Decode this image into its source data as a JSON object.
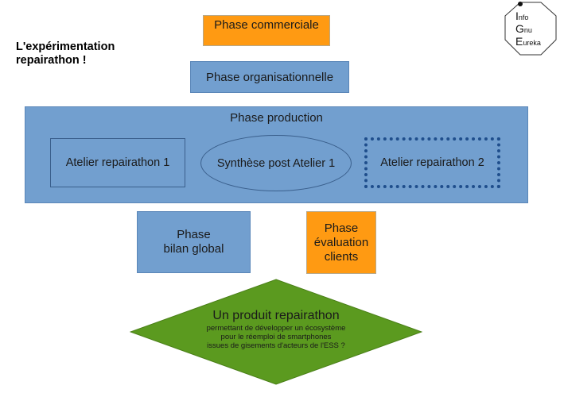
{
  "title": "L'expérimentation\nrepairathon !",
  "phases": {
    "commerciale": "Phase commerciale",
    "organisationnelle": "Phase organisationnelle",
    "production": "Phase production",
    "bilan": "Phase\nbilan global",
    "evaluation": "Phase\névaluation\nclients"
  },
  "production_items": {
    "atelier1": "Atelier repairathon 1",
    "synthese": "Synthèse post Atelier 1",
    "atelier2": "Atelier repairathon 2"
  },
  "outcome": {
    "title": "Un produit repairathon",
    "subtitle": "permettant de développer un écosystème\npour le réemploi de smartphones\nissues de gisements d'acteurs de l'ESS ?"
  },
  "logo": {
    "line1_cap": "I",
    "line1_rest": "nfo",
    "line2_cap": "G",
    "line2_rest": "nu",
    "line3_cap": "E",
    "line3_rest": "ureka"
  },
  "colors": {
    "orange": "#ff9a12",
    "blue": "#729fcf",
    "green": "#5b9a1f"
  }
}
